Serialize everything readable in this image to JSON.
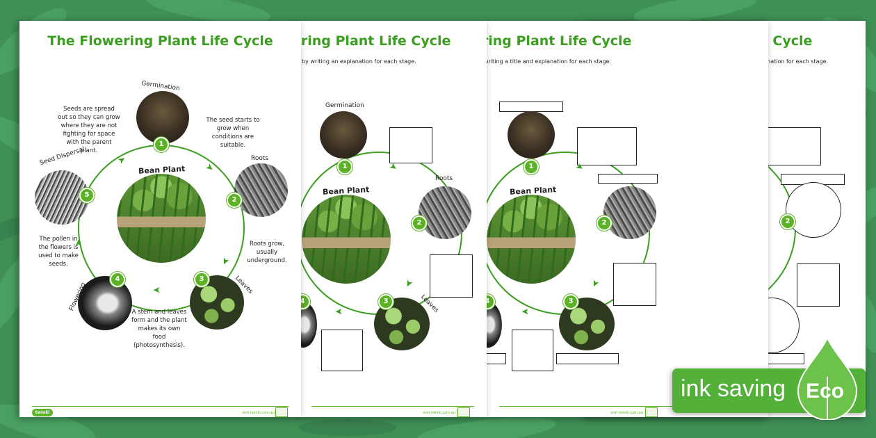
{
  "title": "The Flowering Plant Life Cycle",
  "title_partial": "ering Plant Life Cycle",
  "instructions": {
    "sheet2": "by writing an explanation for each stage.",
    "sheet3": "writing a title and explanation for each stage.",
    "sheet4": "picture and writing a title and explanation for each stage."
  },
  "center_label": "Bean Plant",
  "stages": [
    {
      "number": "1",
      "name": "Germination",
      "description": "The seed starts to grow when conditions are suitable."
    },
    {
      "number": "2",
      "name": "Roots",
      "description": "Roots grow, usually underground."
    },
    {
      "number": "3",
      "name": "Leaves",
      "description": "A stem and leaves form and the plant makes its own food (photosynthesis)."
    },
    {
      "number": "4",
      "name": "Flowering",
      "description": "The pollen in the flowers is used to make seeds."
    },
    {
      "number": "5",
      "name": "Seed Dispersal",
      "description": "Seeds are spread out so they can grow where they are not fighting for space with the parent plant."
    }
  ],
  "footer": {
    "logo": "twinkl",
    "url": "visit twinkl.com.au"
  },
  "banner": {
    "label": "ink saving",
    "eco": "Eco"
  },
  "colors": {
    "accent": "#3a9e1e",
    "number_fill": "#5bb224",
    "background": "#3f8f56",
    "banner": "#53b13a"
  }
}
